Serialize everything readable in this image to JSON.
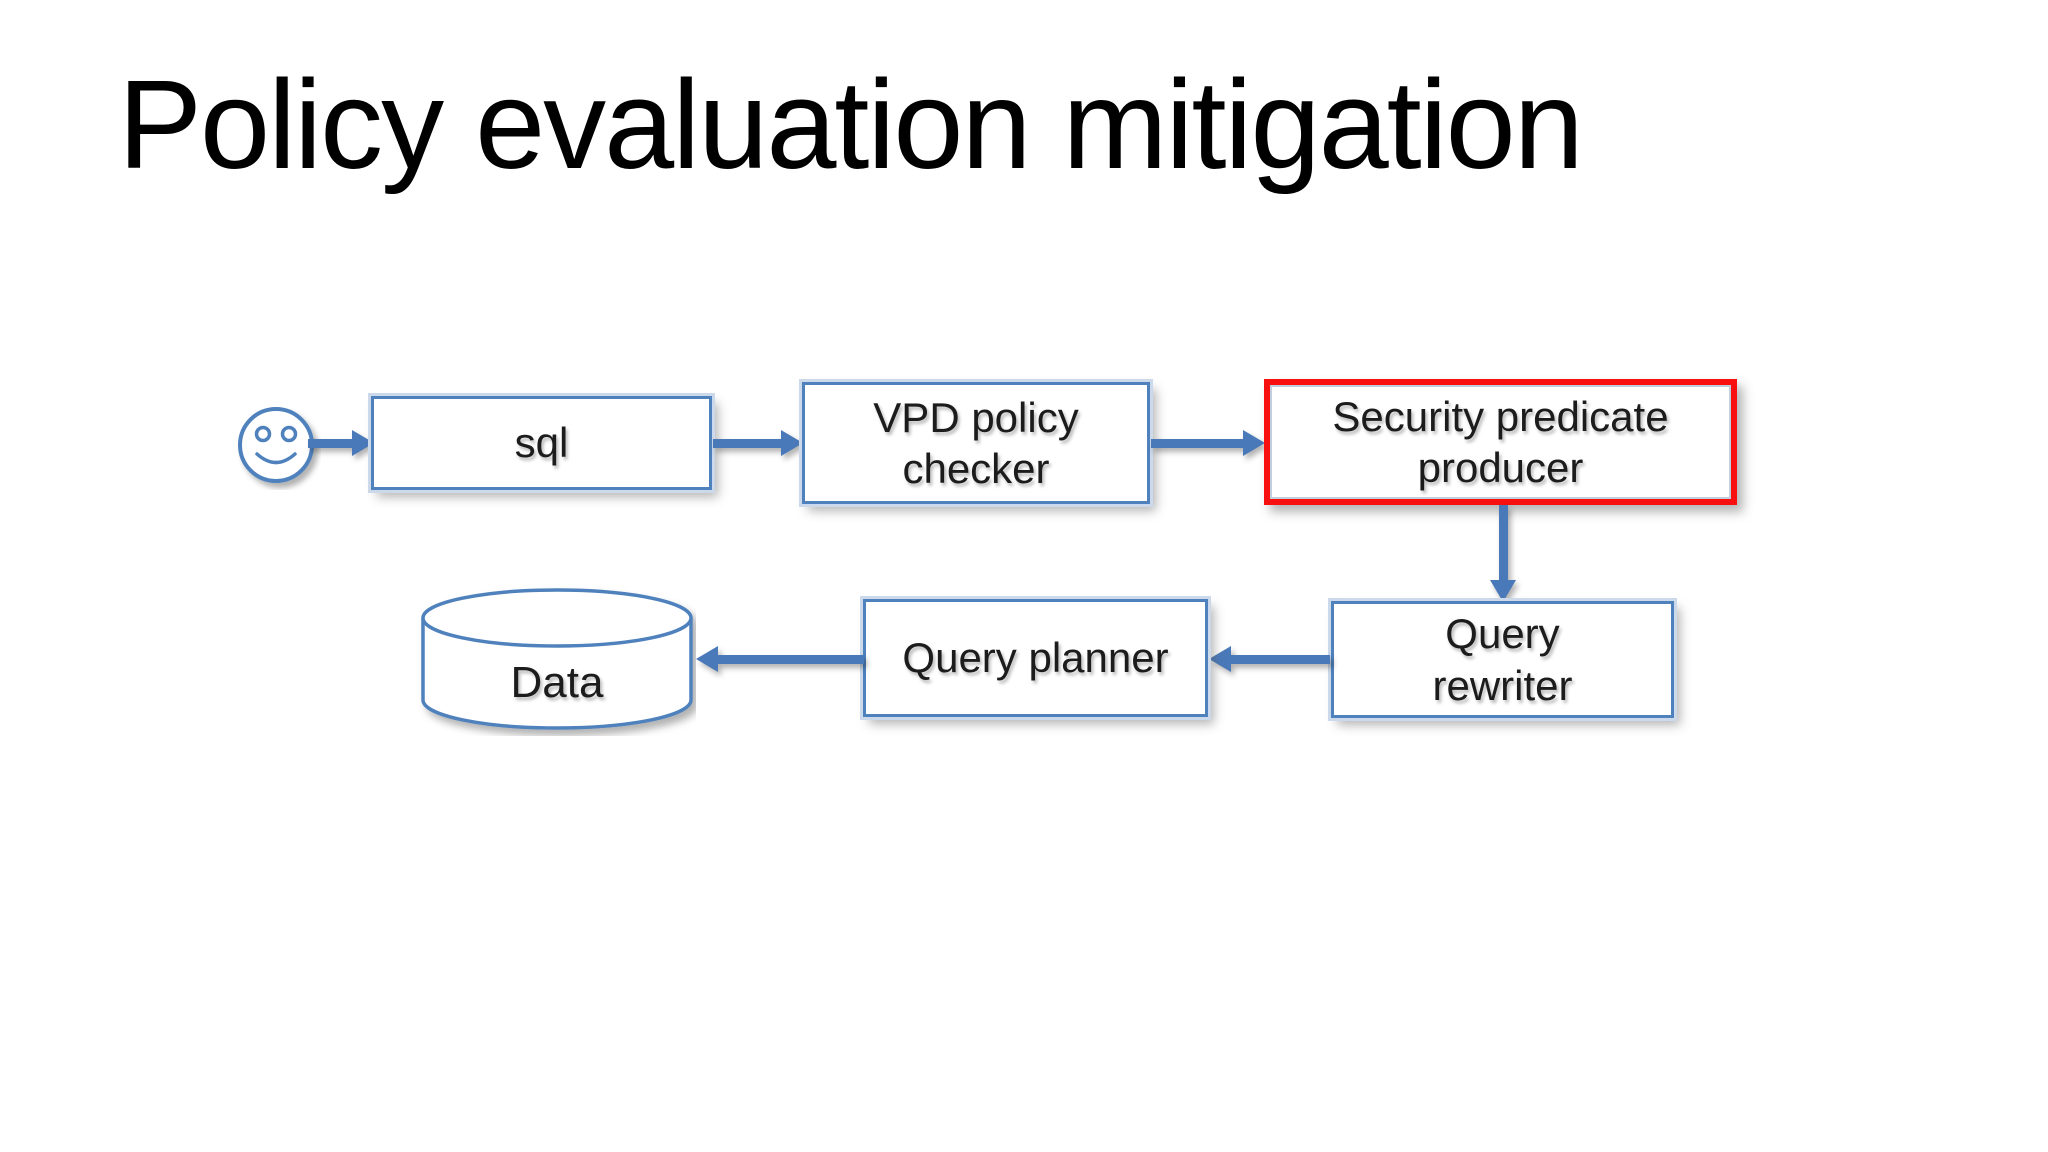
{
  "slide": {
    "title": "Policy evaluation mitigation",
    "background": "#ffffff",
    "colors": {
      "node_border": "#4f81bd",
      "node_fill": "#ffffff",
      "arrow": "#4a79ba",
      "highlight_border": "#f81010",
      "node_text": "#1c1c1c",
      "title_text": "#000000"
    },
    "icons": {
      "user": "smiley-face-icon"
    },
    "nodes": {
      "sql": {
        "label": "sql",
        "shape": "rectangle",
        "highlighted": false
      },
      "vpd_checker": {
        "label": "VPD policy\nchecker",
        "shape": "rectangle",
        "highlighted": false
      },
      "security_predicate": {
        "label": "Security predicate\nproducer",
        "shape": "rectangle",
        "highlighted": true
      },
      "query_rewriter": {
        "label": "Query\nrewriter",
        "shape": "rectangle",
        "highlighted": false
      },
      "query_planner": {
        "label": "Query planner",
        "shape": "rectangle",
        "highlighted": false
      },
      "data_store": {
        "label": "Data",
        "shape": "cylinder",
        "highlighted": false
      }
    },
    "edges": [
      {
        "from": "user",
        "to": "sql"
      },
      {
        "from": "sql",
        "to": "vpd_checker"
      },
      {
        "from": "vpd_checker",
        "to": "security_predicate"
      },
      {
        "from": "security_predicate",
        "to": "query_rewriter"
      },
      {
        "from": "query_rewriter",
        "to": "query_planner"
      },
      {
        "from": "query_planner",
        "to": "data_store"
      }
    ]
  }
}
